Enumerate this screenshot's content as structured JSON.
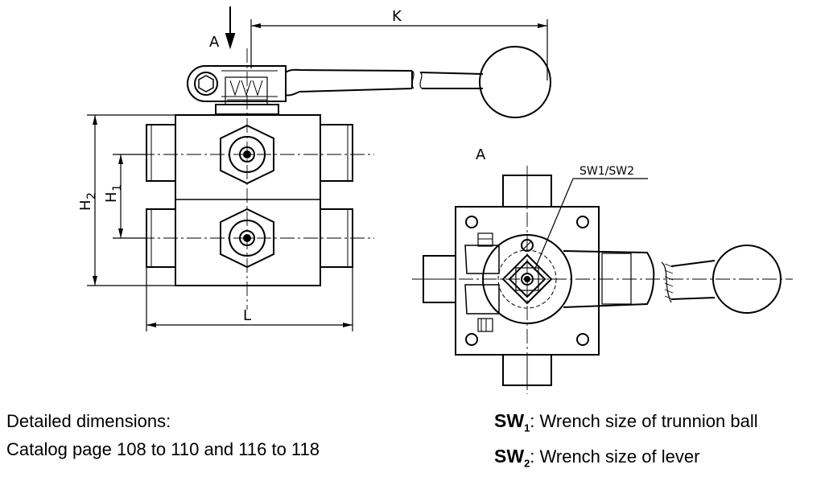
{
  "labels": {
    "view_arrow": "A",
    "dim_k": "K",
    "dim_h2": "H",
    "dim_h2_sub": "2",
    "dim_h1": "H",
    "dim_h1_sub": "1",
    "dim_l": "L",
    "view_a_title": "A",
    "sw_callout": "SW1/SW2"
  },
  "caption": {
    "line1": "Detailed dimensions:",
    "line2": "Catalog page 108 to 110 and 116 to 118"
  },
  "legend": [
    {
      "code": "SW",
      "sub": "1",
      "text": ": Wrench size of trunnion ball"
    },
    {
      "code": "SW",
      "sub": "2",
      "text": ": Wrench size of lever"
    }
  ]
}
